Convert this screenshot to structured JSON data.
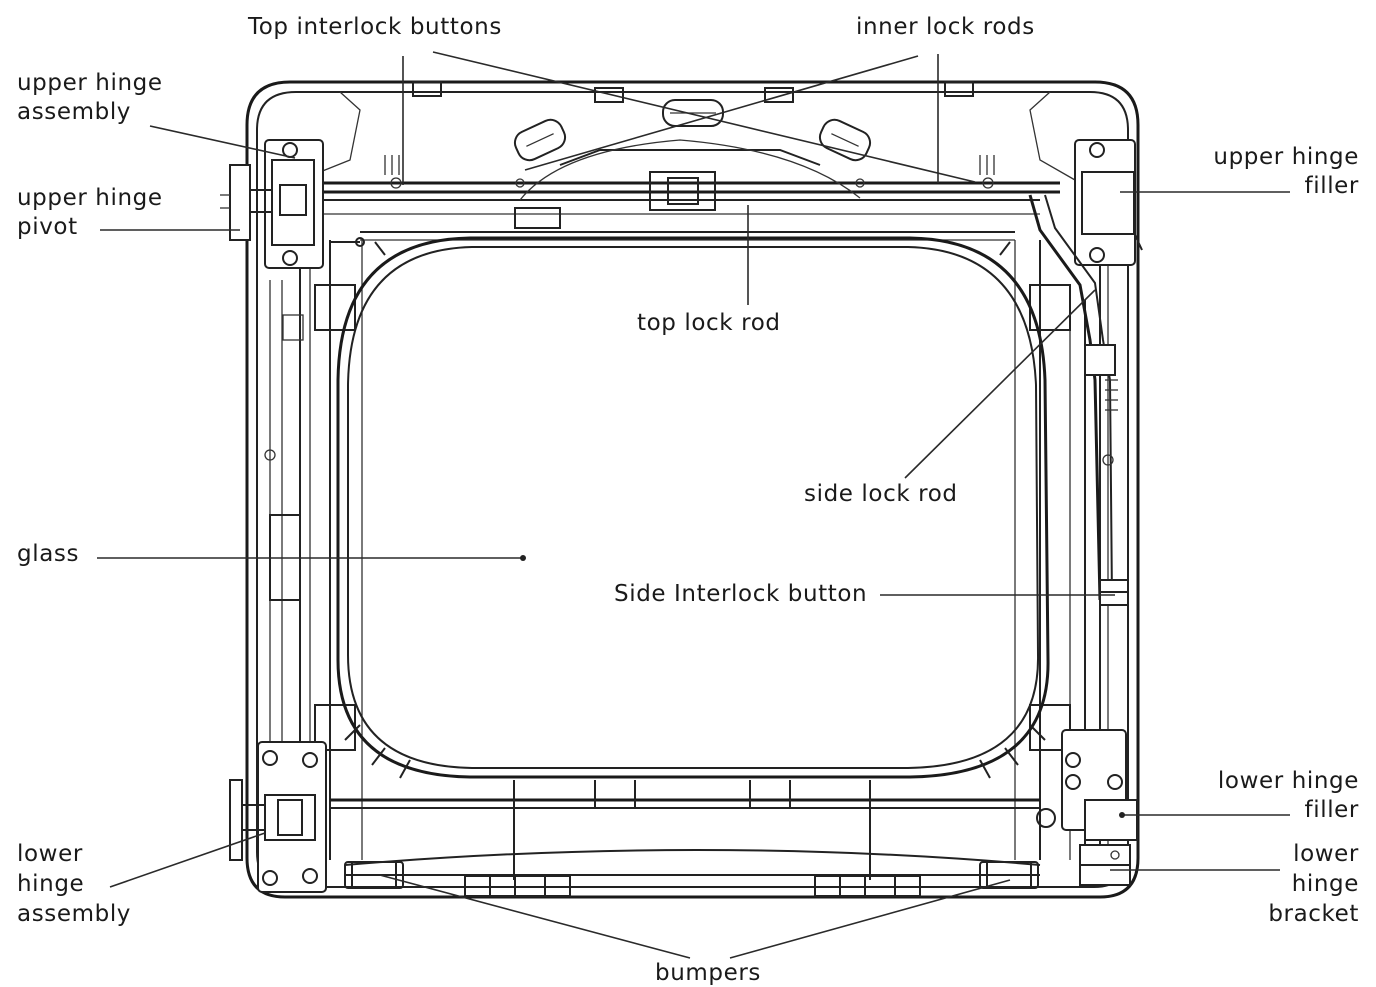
{
  "labels": {
    "top_interlock_buttons": "Top interlock buttons",
    "inner_lock_rods": "inner lock rods",
    "upper_hinge_assembly_1": "upper hinge",
    "upper_hinge_assembly_2": "assembly",
    "upper_hinge_pivot_1": "upper hinge",
    "upper_hinge_pivot_2": "pivot",
    "upper_hinge_filler_1": "upper hinge",
    "upper_hinge_filler_2": "filler",
    "top_lock_rod": "top lock rod",
    "side_lock_rod": "side lock rod",
    "glass": "glass",
    "side_interlock_button": "Side Interlock button",
    "lower_hinge_filler_1": "lower hinge",
    "lower_hinge_filler_2": "filler",
    "lower_hinge_assembly_1": "lower",
    "lower_hinge_assembly_2": "hinge",
    "lower_hinge_assembly_3": "assembly",
    "lower_hinge_bracket_1": "lower",
    "lower_hinge_bracket_2": "hinge",
    "lower_hinge_bracket_3": "bracket",
    "bumpers": "bumpers"
  }
}
